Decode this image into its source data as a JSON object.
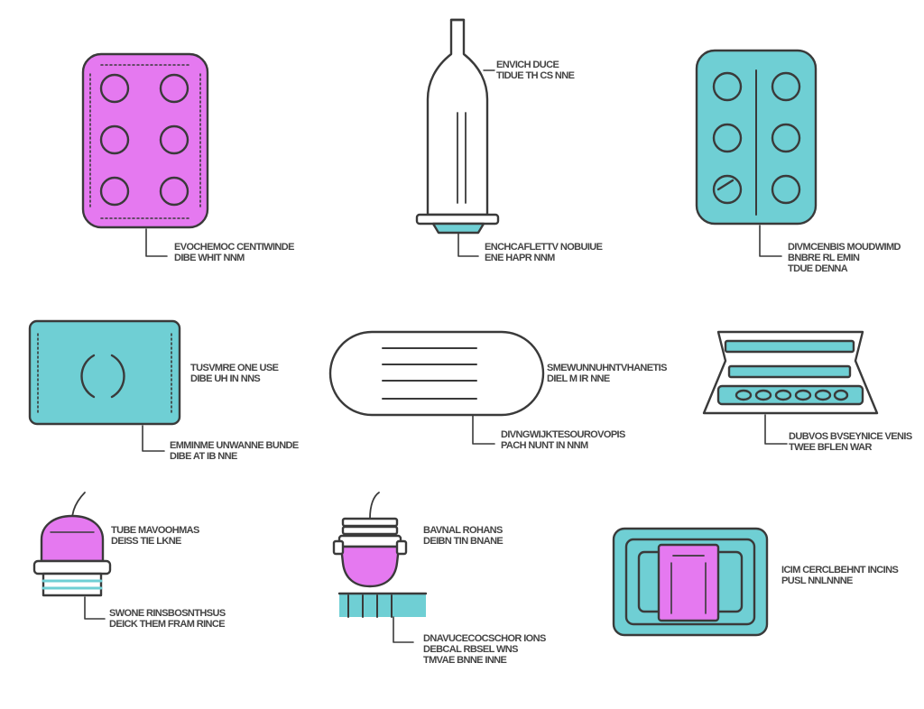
{
  "colors": {
    "outline": "#3a3a3a",
    "magenta": "#e579f0",
    "teal": "#6fcfd4",
    "white": "#ffffff",
    "text": "#444444"
  },
  "items": [
    {
      "id": "purple-blister-pack",
      "label": [
        "EVOCHEMOC CENTIWINDE",
        "DIBE WHIT NNM"
      ]
    },
    {
      "id": "white-tall-vial",
      "label": [
        "ENVICH DUCE",
        "TIDUE TH CS NNE"
      ]
    },
    {
      "id": "teal-blister-pack",
      "label": [
        "DIVMCENBIS MOUDWIMD",
        "BNBRE RL EMIN",
        "TDUE DENNA"
      ]
    },
    {
      "id": "teal-square-panel",
      "label": [
        "TUSVMRE ONE USE",
        "DIBE UH IN NNS"
      ]
    },
    {
      "id": "white-capsule-pad",
      "label": [
        "SMEWUNNUHNTVHANETIS",
        "DIEL M IR NNE"
      ]
    },
    {
      "id": "keyboard-tray",
      "label": [
        "DUBVOS BVSEYNICE VENIS",
        "TWEE BFLEN WAR"
      ]
    },
    {
      "id": "purple-dome-cap",
      "label": [
        "TUBE MAVOOHMAS",
        "DEISS TIE LKNE"
      ]
    },
    {
      "id": "purple-jar-device",
      "label": [
        "BAVNAL ROHANS",
        "DEIBN TIN BNANE"
      ]
    },
    {
      "id": "teal-framed-patch",
      "label": [
        "ICIM CERCLBEHNT INCINS",
        "PUSL NNLNNNE"
      ]
    }
  ],
  "connector_labels": [
    {
      "id": "purple-blister-pack",
      "label": [
        "EVOCHEMOC CENTIWINDE",
        "DIBE WHIT NNM"
      ]
    },
    {
      "id": "white-tall-vial",
      "label": [
        "ENCHCAFLETTV NOBUIUE",
        "ENE HAPR NNM"
      ]
    },
    {
      "id": "teal-blister-pack",
      "label": [
        "DIVMCENBIS MOUDWIMD",
        "BNBRE RL EMIN",
        "TDUE DENNA"
      ]
    },
    {
      "id": "teal-square-panel",
      "label": [
        "EMMINME UNWANNE BUNDE",
        "DIBE AT IB NNE"
      ]
    },
    {
      "id": "white-capsule-pad",
      "label": [
        "DIVNGWIJKTESOUROVOPIS",
        "PACH NUNT IN NNM"
      ]
    },
    {
      "id": "keyboard-tray",
      "label": [
        "DUBVOS BVSEYNICE VENIS",
        "TWEE BFLEN WAR"
      ]
    },
    {
      "id": "purple-dome-cap",
      "label": [
        "SWONE RINSBOSNTHSUS",
        "DEICK THEM FRAM RINCE"
      ]
    },
    {
      "id": "purple-jar-device",
      "label": [
        "DNAVUCECOCSCHOR IONS",
        "DEBCAL RBSEL WNS",
        "TMVAE BNNE INNE"
      ]
    },
    {
      "id": "teal-framed-patch",
      "label": [
        "ICIM CERCLBEHNT INCINS",
        "PUSL NNLNNNE"
      ]
    }
  ]
}
